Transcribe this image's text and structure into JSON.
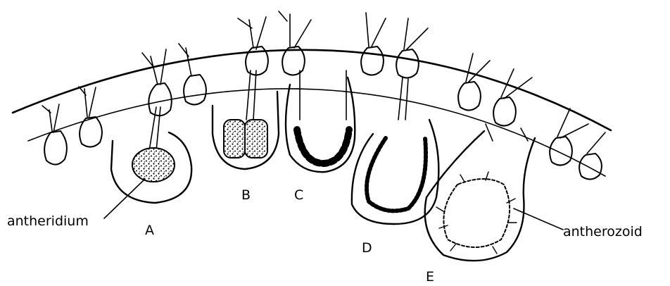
{
  "labels": {
    "antheridium": "antheridium",
    "antherozoid": "antherozoid",
    "stage_a": "A",
    "stage_b": "B",
    "stage_c": "C",
    "stage_d": "D",
    "stage_e": "E"
  },
  "colors": {
    "ink": "#000000",
    "background": "#ffffff"
  }
}
